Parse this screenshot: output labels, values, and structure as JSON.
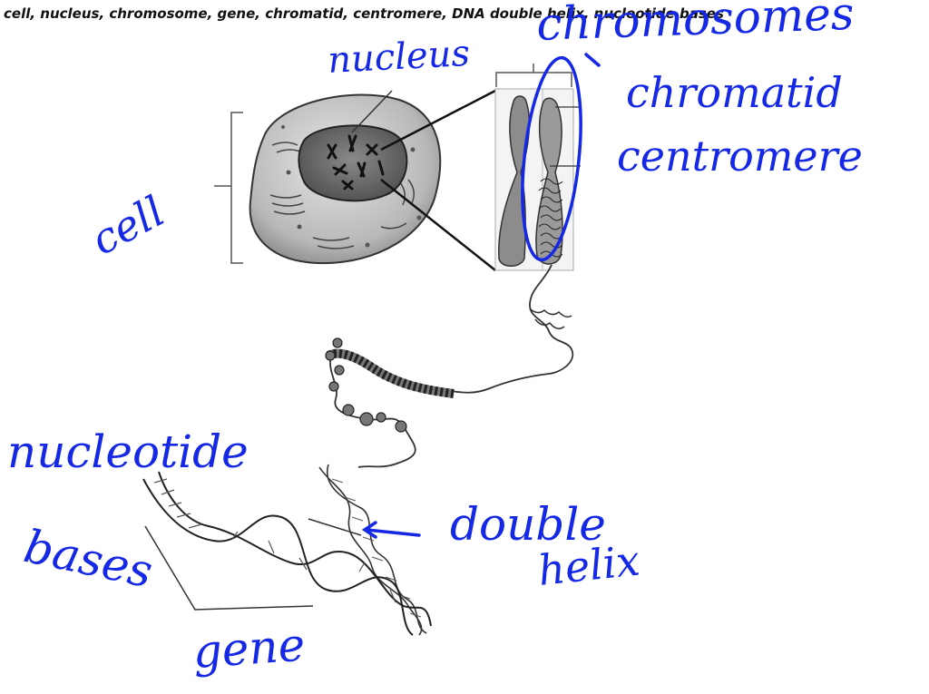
{
  "prompt": "cell, nucleus, chromosome, gene, chromatid, centromere, DNA double helix, nucleotide bases",
  "colors": {
    "ink": "#1428e6",
    "drawing": "#333333"
  },
  "labels": {
    "nucleus": "nucleus",
    "chromosomes": "chromosomes",
    "chromatid": "chromatid",
    "centromere": "centromere",
    "cell": "cell",
    "nucleotide": "nucleotide",
    "bases": "bases",
    "gene": "gene",
    "double": "double",
    "helix": "helix"
  }
}
